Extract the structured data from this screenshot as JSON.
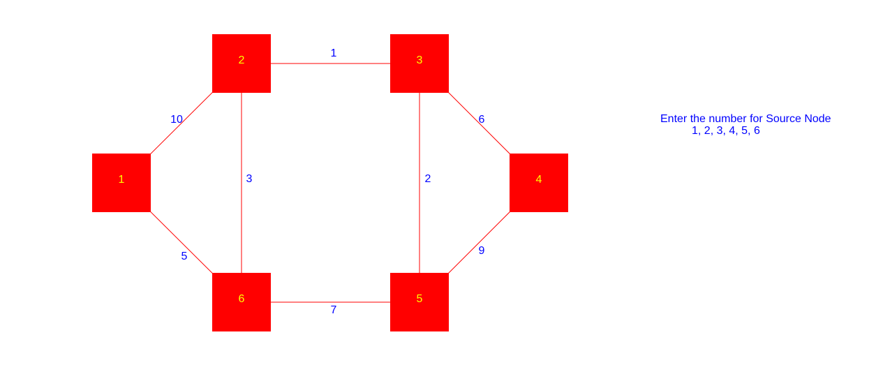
{
  "colors": {
    "node_fill": "#ff0000",
    "node_label": "#ffff00",
    "edge": "#ff0000",
    "weight_label": "#0000ff",
    "prompt_text": "#0000ff"
  },
  "graph": {
    "nodes": [
      {
        "id": "1",
        "label": "1"
      },
      {
        "id": "2",
        "label": "2"
      },
      {
        "id": "3",
        "label": "3"
      },
      {
        "id": "4",
        "label": "4"
      },
      {
        "id": "5",
        "label": "5"
      },
      {
        "id": "6",
        "label": "6"
      }
    ],
    "edges": [
      {
        "from": "1",
        "to": "2",
        "weight": "10"
      },
      {
        "from": "2",
        "to": "3",
        "weight": "1"
      },
      {
        "from": "3",
        "to": "4",
        "weight": "6"
      },
      {
        "from": "2",
        "to": "6",
        "weight": "3"
      },
      {
        "from": "3",
        "to": "5",
        "weight": "2"
      },
      {
        "from": "1",
        "to": "6",
        "weight": "5"
      },
      {
        "from": "6",
        "to": "5",
        "weight": "7"
      },
      {
        "from": "4",
        "to": "5",
        "weight": "9"
      }
    ]
  },
  "prompt": {
    "title": "Enter the number for Source Node",
    "options": "1, 2, 3, 4, 5, 6"
  }
}
